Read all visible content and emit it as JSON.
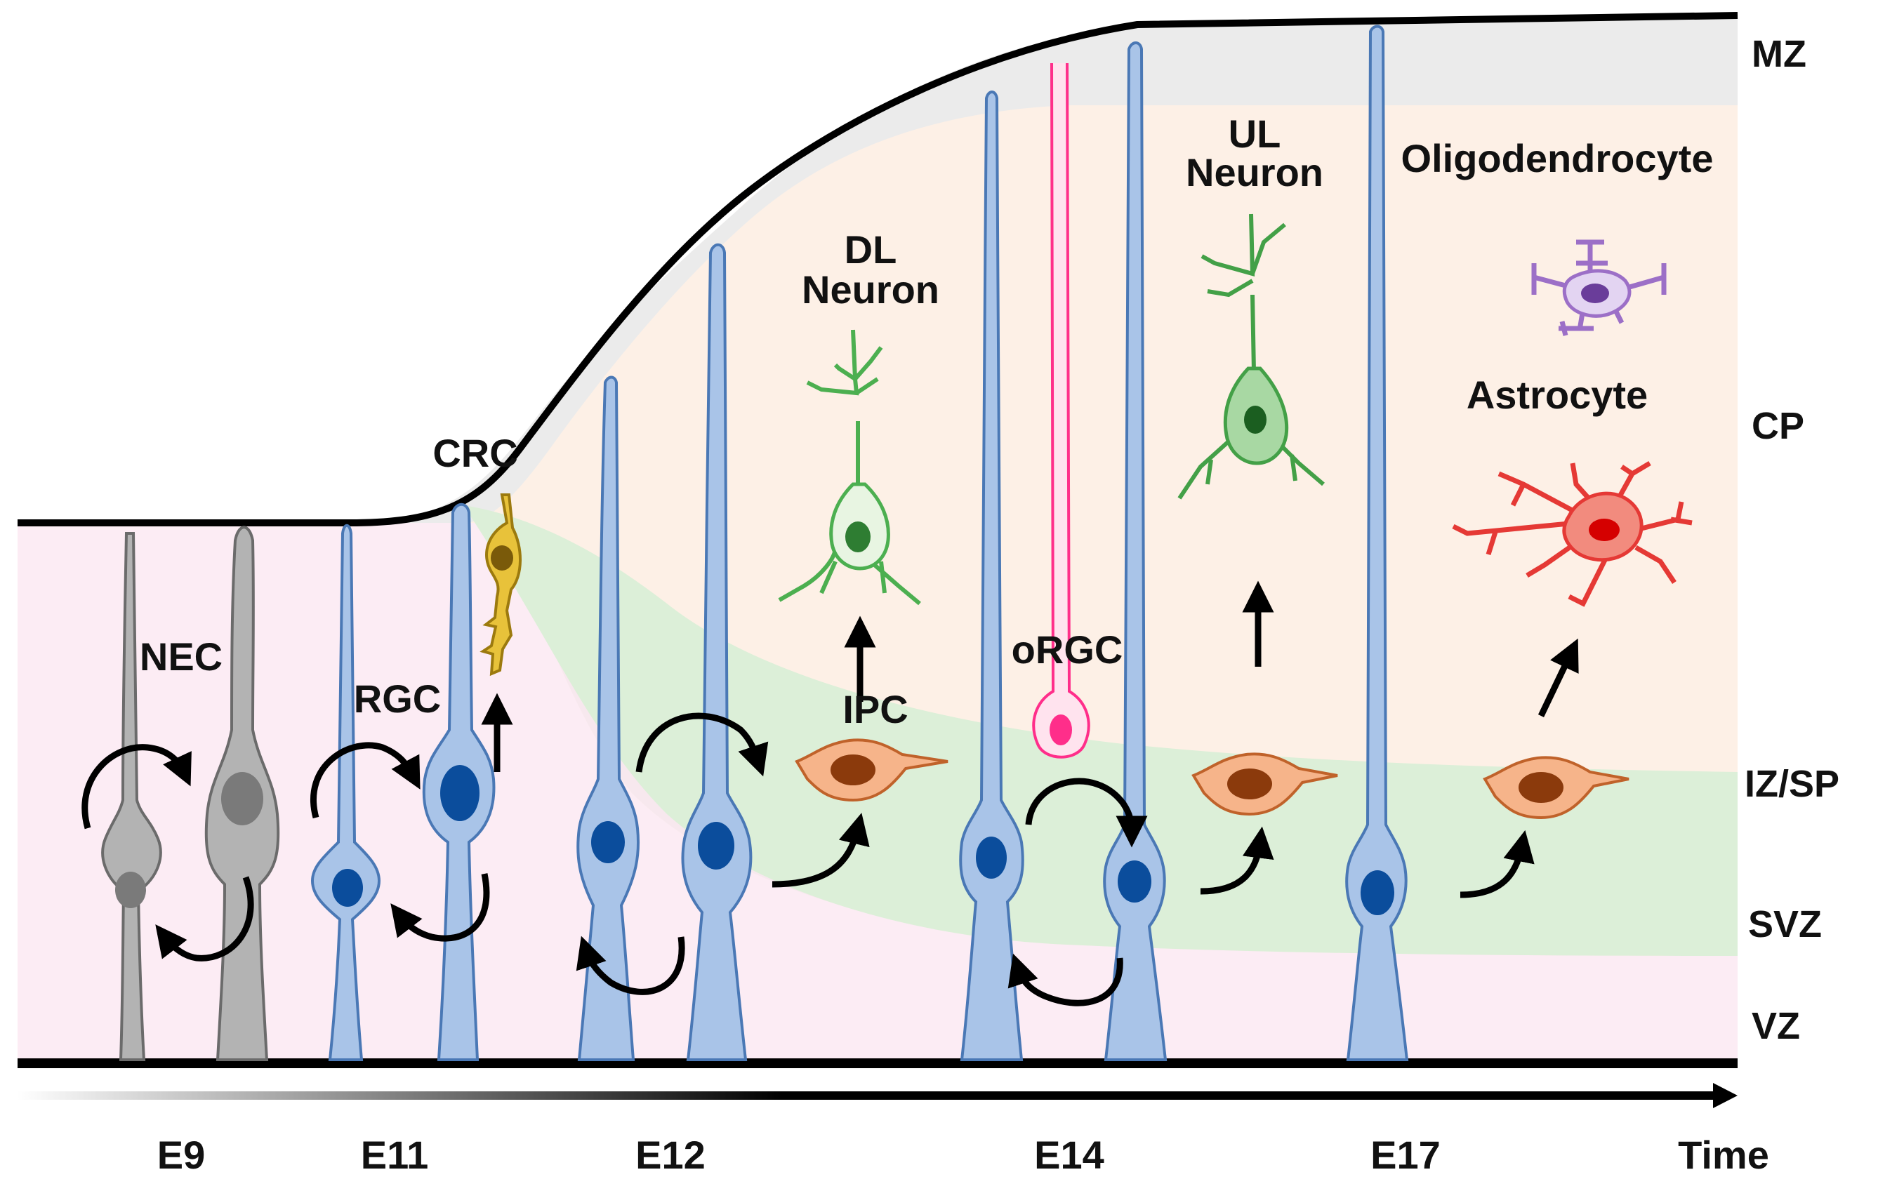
{
  "zones": {
    "mz": "MZ",
    "cp": "CP",
    "iz_sp": "IZ/SP",
    "svz": "SVZ",
    "vz": "VZ"
  },
  "cell_labels": {
    "nec": "NEC",
    "rgc": "RGC",
    "crc": "CRC",
    "dl_neuron_line1": "DL",
    "dl_neuron_line2": "Neuron",
    "ipc": "IPC",
    "orgc": "oRGC",
    "ul_neuron_line1": "UL",
    "ul_neuron_line2": "Neuron",
    "oligodendrocyte": "Oligodendrocyte",
    "astrocyte": "Astrocyte"
  },
  "time_axis": {
    "ticks": [
      "E9",
      "E11",
      "E12",
      "E14",
      "E17"
    ],
    "label": "Time"
  },
  "colors": {
    "nec": "#b3b3b3",
    "rgc": "#a9c4e8",
    "nucleus_blue": "#0b4d9c",
    "crc": "#e8c23a",
    "dl_neuron": "#4caf50",
    "ipc": "#f6b48a",
    "ipc_nucleus": "#8b3a0c",
    "orgc": "#ff2e8a",
    "ul_neuron": "#43a047",
    "oligodendrocyte": "#9c6fc7",
    "astrocyte": "#ef3b36",
    "vz_band": "#fcecf4",
    "svz_band": "#dcefd8",
    "cp_band": "#fdf0e6",
    "mz_band": "#ebebeb"
  }
}
